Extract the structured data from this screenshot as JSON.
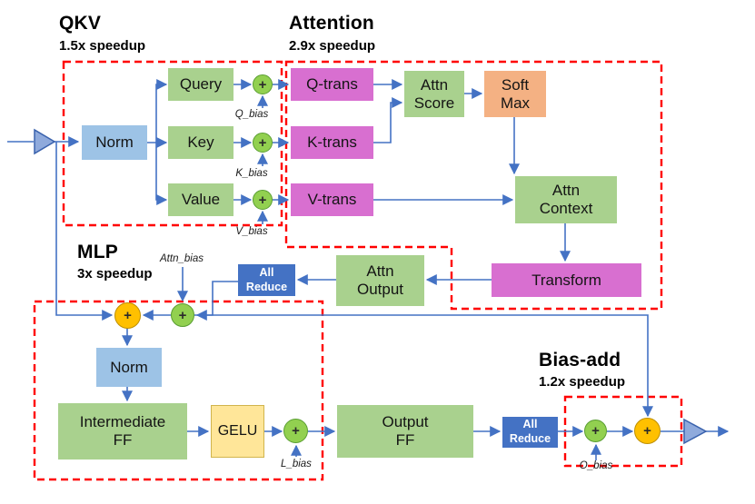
{
  "sections": {
    "qkv": {
      "title": "QKV",
      "speedup": "1.5x speedup"
    },
    "attention": {
      "title": "Attention",
      "speedup": "2.9x speedup"
    },
    "mlp": {
      "title": "MLP",
      "speedup": "3x speedup"
    },
    "bias_add": {
      "title": "Bias-add",
      "speedup": "1.2x speedup"
    }
  },
  "nodes": {
    "norm1": "Norm",
    "query": "Query",
    "key": "Key",
    "value": "Value",
    "q_trans": "Q-trans",
    "k_trans": "K-trans",
    "v_trans": "V-trans",
    "attn_score": "Attn\nScore",
    "soft_max": "Soft\nMax",
    "attn_context": "Attn\nContext",
    "transform": "Transform",
    "attn_output": "Attn\nOutput",
    "all_reduce_attn": "All\nReduce",
    "norm2": "Norm",
    "intermediate_ff": "Intermediate\nFF",
    "gelu": "GELU",
    "output_ff": "Output\nFF",
    "all_reduce_mlp": "All\nReduce",
    "plus": "+"
  },
  "bias_labels": {
    "q_bias": "Q_bias",
    "k_bias": "K_bias",
    "v_bias": "V_bias",
    "attn_bias": "Attn_bias",
    "l_bias": "L_bias",
    "o_bias": "O_bias"
  },
  "colors": {
    "green_box": "#a9d18e",
    "blue_box": "#9dc3e6",
    "pink_box": "#d86fd0",
    "orange_box": "#f4b183",
    "yellow_box": "#ffe699",
    "allreduce_box": "#4472c4",
    "green_plus": "#92d050",
    "orange_plus": "#ffc000",
    "arrow": "#4472c4",
    "region_outline": "#ff0000"
  }
}
